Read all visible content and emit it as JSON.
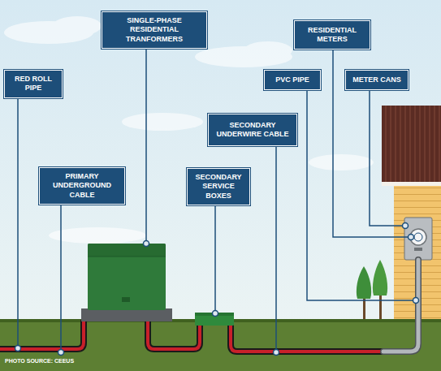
{
  "diagram": {
    "nodes": [
      {
        "text": [
          "SINGLE-PHASE RESIDENTIAL TRANFORMERS"
        ]
      },
      {
        "text": [
          "RESIDENTIAL METERS"
        ]
      },
      {
        "text": [
          "RED ROLL PIPE"
        ]
      },
      {
        "text": [
          "PVC PIPE"
        ]
      },
      {
        "text": [
          "METER CANS"
        ]
      },
      {
        "text": [
          "SECONDARY UNDERWIRE CABLE"
        ]
      },
      {
        "text": [
          "PRIMARY UNDERGROUND CABLE"
        ]
      },
      {
        "text": [
          "SECONDARY SERVICE BOXES"
        ]
      }
    ],
    "labels": [
      "PHOTO SOURCE: CEEUS"
    ]
  }
}
